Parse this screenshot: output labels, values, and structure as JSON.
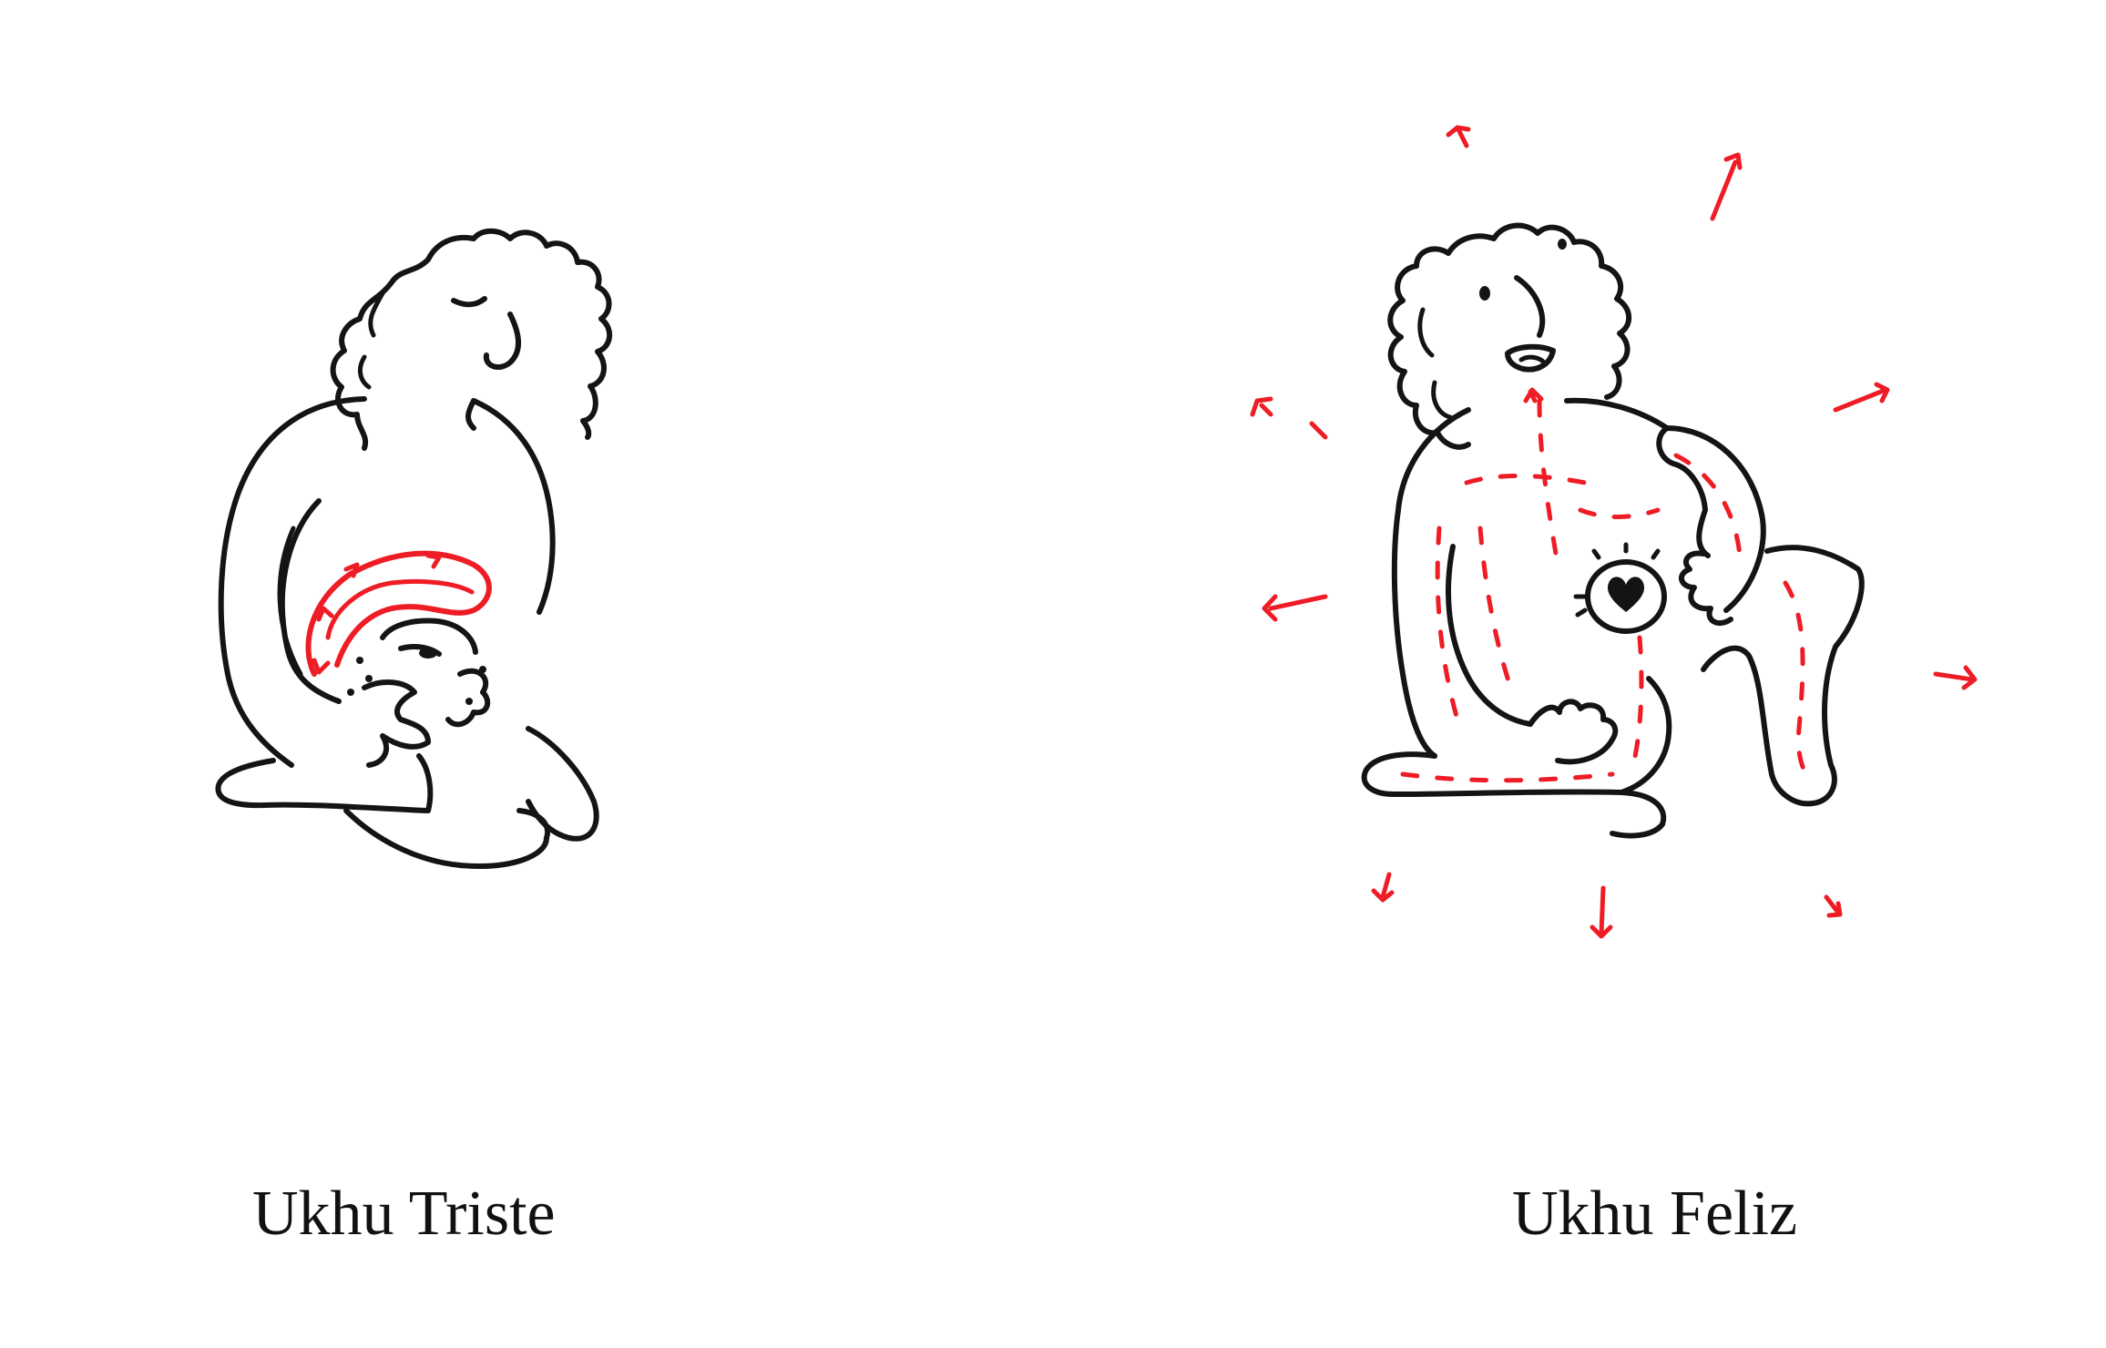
{
  "captions": {
    "left": "Ukhu Triste",
    "right": "Ukhu Feliz"
  },
  "colors": {
    "ink": "#141414",
    "accent": "#ee1c25",
    "background": "#ffffff"
  },
  "illustrations": {
    "left": "sad-figure-illustration",
    "right": "happy-figure-illustration"
  }
}
